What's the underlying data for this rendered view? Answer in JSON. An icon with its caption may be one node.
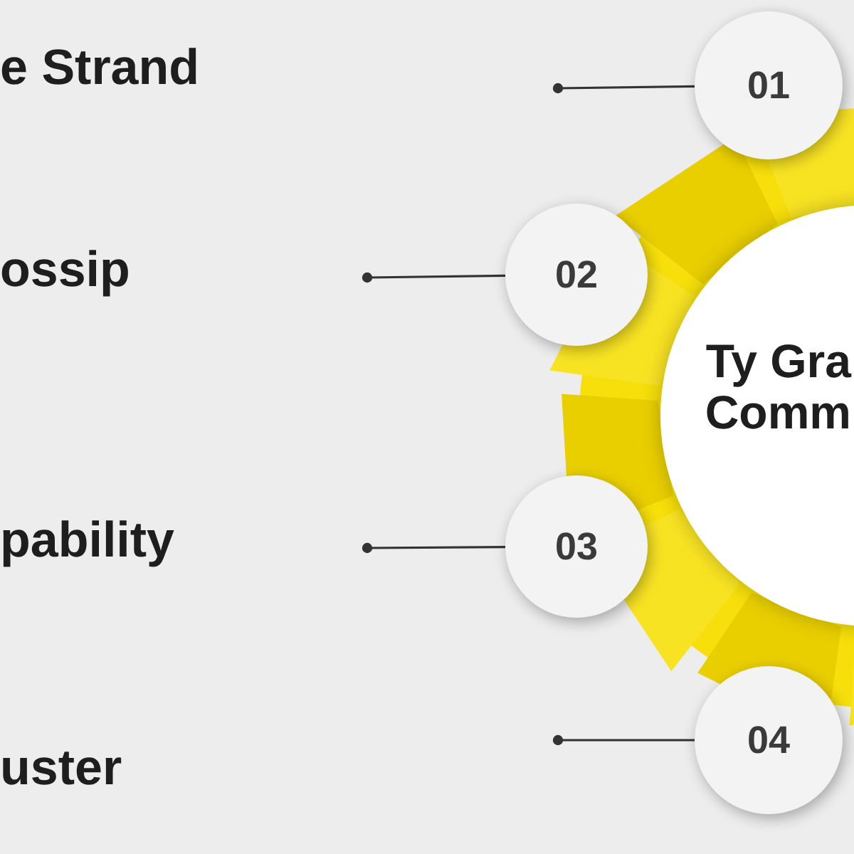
{
  "diagram": {
    "nodes": [
      {
        "text": [
          "Ty Gra Comm"
        ]
      },
      {
        "text": [
          "01"
        ]
      },
      {
        "text": [
          "02"
        ]
      },
      {
        "text": [
          "03"
        ]
      },
      {
        "text": [
          "04"
        ]
      }
    ],
    "edges": [
      {
        "from": null,
        "to": 1,
        "arrow": "other"
      },
      {
        "from": null,
        "to": 2,
        "arrow": "other"
      },
      {
        "from": null,
        "to": 3,
        "arrow": "other"
      },
      {
        "from": null,
        "to": 4,
        "arrow": "other"
      }
    ],
    "labels": [
      "e Strand",
      "ossip",
      "pability",
      "uster"
    ]
  }
}
